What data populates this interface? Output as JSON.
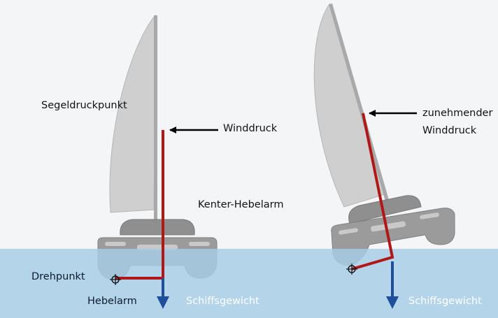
{
  "labels": {
    "segeldruckpunkt": "Segeldruckpunkt",
    "winddruck": "Winddruck",
    "kenter_hebelarm": "Kenter-Hebelarm",
    "drehpunkt": "Drehpunkt",
    "hebelarm": "Hebelarm",
    "schiffsgewicht_left": "Schiffsgewicht",
    "zunehmender_1": "zunehmender",
    "zunehmender_2": "Winddruck",
    "schiffsgewicht_right": "Schiffsgewicht"
  },
  "colors": {
    "background": "#f4f5f6",
    "water": "#a6cde6",
    "sail": "#cfcfcf",
    "hull": "#9a9a9a",
    "lever": "#b01818",
    "weight_arrow": "#1f4e9a",
    "wind_arrow": "#000000"
  }
}
